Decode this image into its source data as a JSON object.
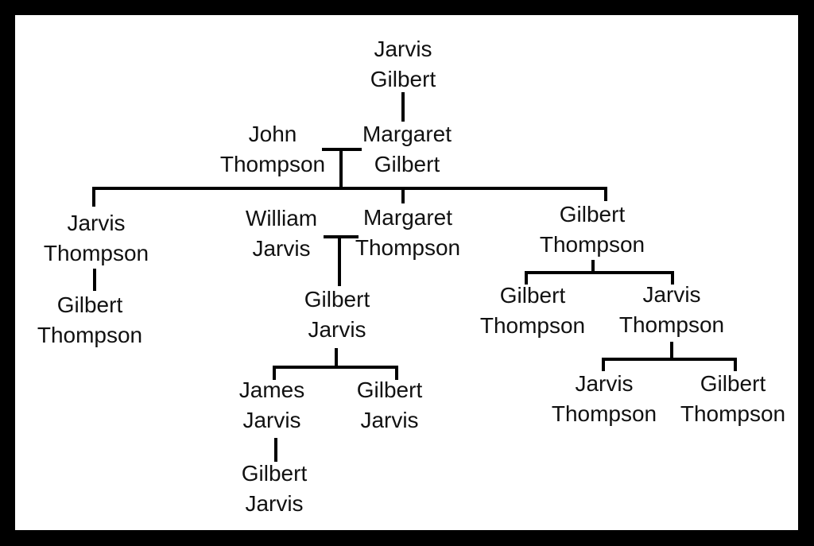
{
  "diagram": {
    "type": "family-tree",
    "colors": {
      "background": "#ffffff",
      "frame": "#000000",
      "line": "#000000",
      "text": "#111111"
    }
  },
  "people": {
    "jarvis_gilbert": {
      "first": "Jarvis",
      "last": "Gilbert"
    },
    "john_thompson": {
      "first": "John",
      "last": "Thompson"
    },
    "margaret_gilbert": {
      "first": "Margaret",
      "last": "Gilbert"
    },
    "jarvis_thompson_1": {
      "first": "Jarvis",
      "last": "Thompson"
    },
    "william_jarvis": {
      "first": "William",
      "last": "Jarvis"
    },
    "margaret_thompson": {
      "first": "Margaret",
      "last": "Thompson"
    },
    "gilbert_thompson_1": {
      "first": "Gilbert",
      "last": "Thompson"
    },
    "gilbert_thompson_2": {
      "first": "Gilbert",
      "last": "Thompson"
    },
    "gilbert_jarvis_1": {
      "first": "Gilbert",
      "last": "Jarvis"
    },
    "gilbert_thompson_3": {
      "first": "Gilbert",
      "last": "Thompson"
    },
    "jarvis_thompson_2": {
      "first": "Jarvis",
      "last": "Thompson"
    },
    "james_jarvis": {
      "first": "James",
      "last": "Jarvis"
    },
    "gilbert_jarvis_2": {
      "first": "Gilbert",
      "last": "Jarvis"
    },
    "jarvis_thompson_3": {
      "first": "Jarvis",
      "last": "Thompson"
    },
    "gilbert_thompson_4": {
      "first": "Gilbert",
      "last": "Thompson"
    },
    "gilbert_jarvis_3": {
      "first": "Gilbert",
      "last": "Jarvis"
    }
  },
  "tree": {
    "root": "Jarvis Gilbert",
    "children": [
      {
        "name": "Margaret Gilbert",
        "spouse": "John Thompson",
        "children": [
          {
            "name": "Jarvis Thompson",
            "children": [
              {
                "name": "Gilbert Thompson"
              }
            ]
          },
          {
            "name": "Margaret Thompson",
            "spouse": "William Jarvis",
            "children": [
              {
                "name": "Gilbert Jarvis",
                "children": [
                  {
                    "name": "James Jarvis",
                    "children": [
                      {
                        "name": "Gilbert Jarvis"
                      }
                    ]
                  },
                  {
                    "name": "Gilbert Jarvis"
                  }
                ]
              }
            ]
          },
          {
            "name": "Gilbert Thompson",
            "children": [
              {
                "name": "Gilbert Thompson"
              },
              {
                "name": "Jarvis Thompson",
                "children": [
                  {
                    "name": "Jarvis Thompson"
                  },
                  {
                    "name": "Gilbert Thompson"
                  }
                ]
              }
            ]
          }
        ]
      }
    ]
  }
}
